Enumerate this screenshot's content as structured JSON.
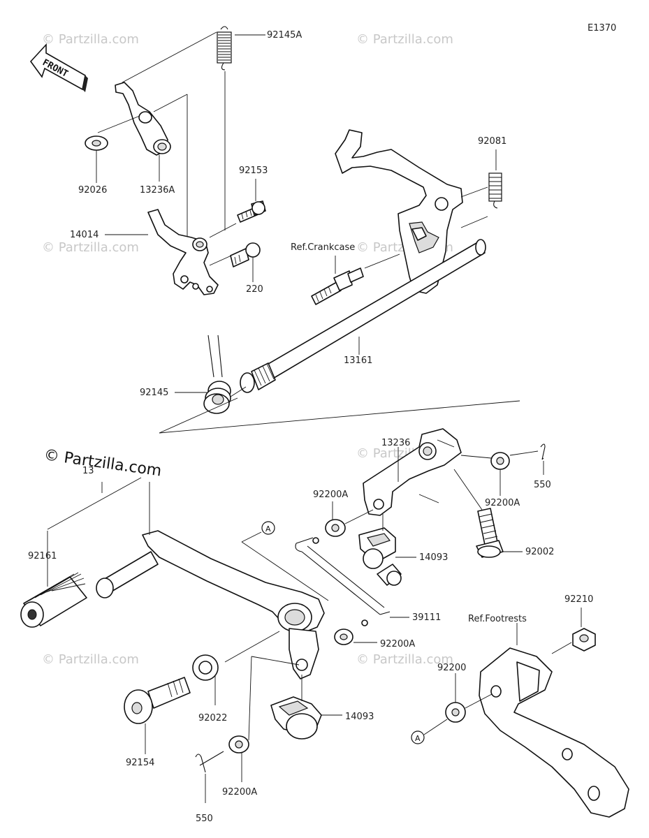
{
  "diagram_code": "E1370",
  "front_arrow_label": "FRONT",
  "watermark": "© Partzilla.com",
  "watermark_main": "© Partzilla.com",
  "callouts": {
    "p92145A": "92145A",
    "p92026": "92026",
    "p13236A": "13236A",
    "p92153": "92153",
    "p14014": "14014",
    "p220": "220",
    "pRefCrankcase": "Ref.Crankcase",
    "p92081": "92081",
    "p13161": "13161",
    "p92145": "92145",
    "p13236": "13236",
    "p550a": "550",
    "p92200A_a": "92200A",
    "p92200A_b": "92200A",
    "p92161": "92161",
    "p14093a": "14093",
    "p92002": "92002",
    "p39111": "39111",
    "p92200A_c": "92200A",
    "p92210": "92210",
    "pRefFootrests": "Ref.Footrests",
    "p92200": "92200",
    "p92022": "92022",
    "p92154": "92154",
    "p14093b": "14093",
    "p92200A_d": "92200A",
    "p550b": "550",
    "pHidden": "13"
  },
  "refs": {
    "a1": "A",
    "a2": "A"
  }
}
